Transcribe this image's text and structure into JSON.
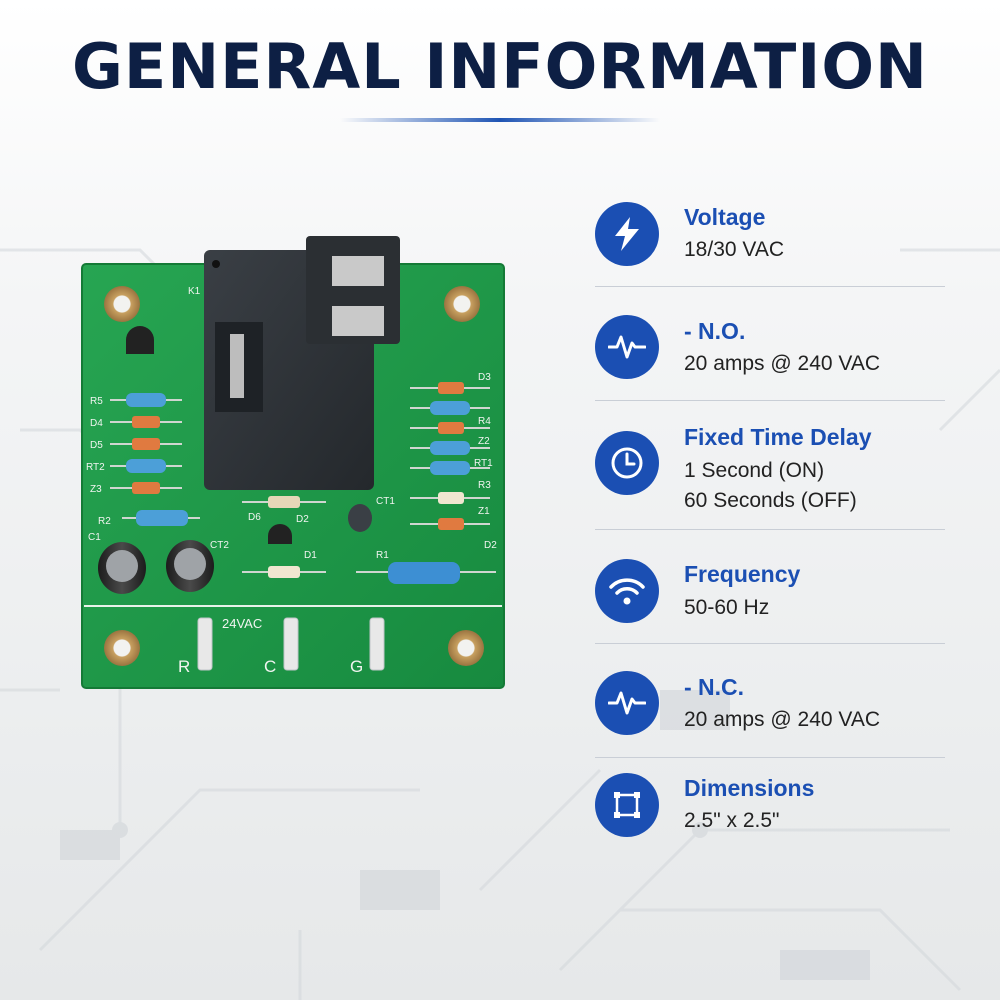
{
  "header": {
    "title": "GENERAL INFORMATION"
  },
  "board": {
    "silkscreen": {
      "relay": "K1",
      "left_labels": [
        "R5",
        "D4",
        "D5",
        "RT2",
        "Z3",
        "R2",
        "C1",
        "CT2"
      ],
      "right_labels": [
        "D3",
        "R4",
        "Z2",
        "RT1",
        "R3",
        "Z1",
        "D2"
      ],
      "center_labels": [
        "CT1",
        "D6",
        "D2",
        "D1",
        "R1"
      ],
      "terminal_group": "24VAC",
      "terminals": [
        "R",
        "C",
        "G"
      ]
    }
  },
  "specs": [
    {
      "icon": "lightning-icon",
      "label": "Voltage",
      "values": [
        "18/30 VAC"
      ]
    },
    {
      "icon": "waveform-icon",
      "label": "- N.O.",
      "values": [
        "20 amps @ 240 VAC"
      ]
    },
    {
      "icon": "clock-icon",
      "label": "Fixed Time Delay",
      "values": [
        "1 Second (ON)",
        "60 Seconds (OFF)"
      ]
    },
    {
      "icon": "wifi-icon",
      "label": "Frequency",
      "values": [
        "50-60 Hz"
      ]
    },
    {
      "icon": "waveform-icon",
      "label": "- N.C.",
      "values": [
        "20 amps @ 240 VAC"
      ]
    },
    {
      "icon": "dimensions-icon",
      "label": "Dimensions",
      "values": [
        "2.5\" x 2.5\""
      ]
    }
  ],
  "colors": {
    "accent": "#1b4fb3",
    "title": "#0d1f44",
    "pcb": "#1f9a4a"
  }
}
